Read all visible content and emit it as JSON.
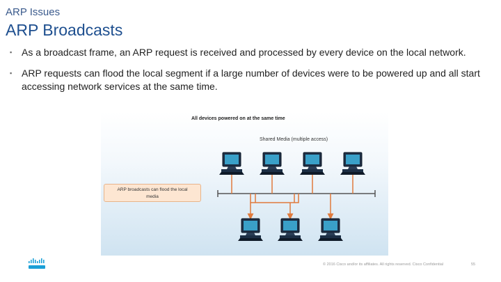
{
  "header": {
    "section": "ARP Issues",
    "title": "ARP Broadcasts"
  },
  "bullets": [
    "As a broadcast frame, an ARP request is received and processed by every device on the local network.",
    "ARP requests can flood the local segment if a large number of devices were to be powered up and all start accessing network services at the same time."
  ],
  "bullet_marker": "▪",
  "diagram": {
    "title": "All devices powered on at the same time",
    "caption": "Shared Media (multiple access)",
    "callout_line1": "ARP broadcasts can flood the local",
    "callout_line2": "media",
    "colors": {
      "bus": "#555555",
      "link": "#e07a3c",
      "screen": "#3aa0c8"
    }
  },
  "footer": {
    "copyright": "© 2016  Cisco and/or its affiliates. All rights reserved.   Cisco Confidential",
    "page": "55",
    "logo_icon": "cisco-logo"
  }
}
